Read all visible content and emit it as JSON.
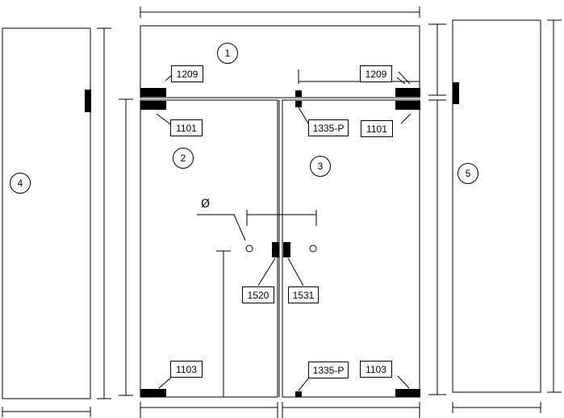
{
  "diagram": {
    "components": [
      {
        "id": "c1",
        "number": "1"
      },
      {
        "id": "c2",
        "number": "2"
      },
      {
        "id": "c3",
        "number": "3"
      },
      {
        "id": "c4",
        "number": "4"
      },
      {
        "id": "c5",
        "number": "5"
      }
    ],
    "part_labels": [
      {
        "id": "top-left-fitting",
        "code": "1209"
      },
      {
        "id": "top-right-fitting",
        "code": "1209"
      },
      {
        "id": "upper-left-hinge",
        "code": "1101"
      },
      {
        "id": "upper-right-hinge",
        "code": "1101"
      },
      {
        "id": "top-center-bolt",
        "code": "1335-P"
      },
      {
        "id": "center-lock-left",
        "code": "1520"
      },
      {
        "id": "center-lock-right",
        "code": "1531"
      },
      {
        "id": "bottom-left-hinge",
        "code": "1103"
      },
      {
        "id": "bottom-center-bolt",
        "code": "1335-P"
      },
      {
        "id": "bottom-right-hinge",
        "code": "1103"
      }
    ],
    "diameter_symbol": "Ø"
  }
}
